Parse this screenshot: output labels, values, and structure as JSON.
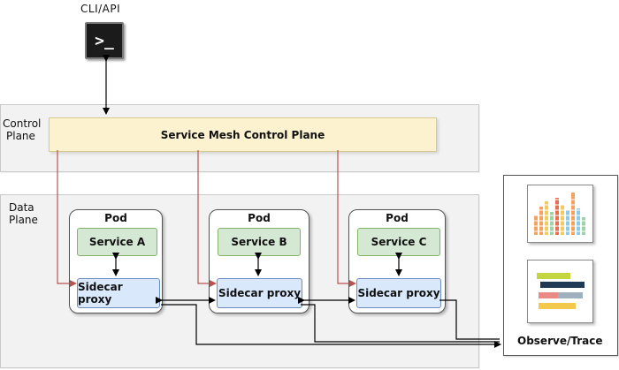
{
  "cli": {
    "label": "CLI/API",
    "prompt": ">_"
  },
  "control_plane": {
    "label_line1": "Control",
    "label_line2": "Plane",
    "box_label": "Service Mesh Control Plane"
  },
  "data_plane": {
    "label_line1": "Data",
    "label_line2": "Plane",
    "pods": [
      {
        "title": "Pod",
        "service": "Service A",
        "sidecar": "Sidecar proxy"
      },
      {
        "title": "Pod",
        "service": "Service B",
        "sidecar": "Sidecar proxy"
      },
      {
        "title": "Pod",
        "service": "Service C",
        "sidecar": "Sidecar proxy"
      }
    ]
  },
  "observe": {
    "label": "Observe/Trace"
  },
  "colors": {
    "control_box": "#fdf2cf",
    "service_fill": "#d5e8d4",
    "sidecar_fill": "#dae8fc",
    "control_link": "#b85450"
  }
}
